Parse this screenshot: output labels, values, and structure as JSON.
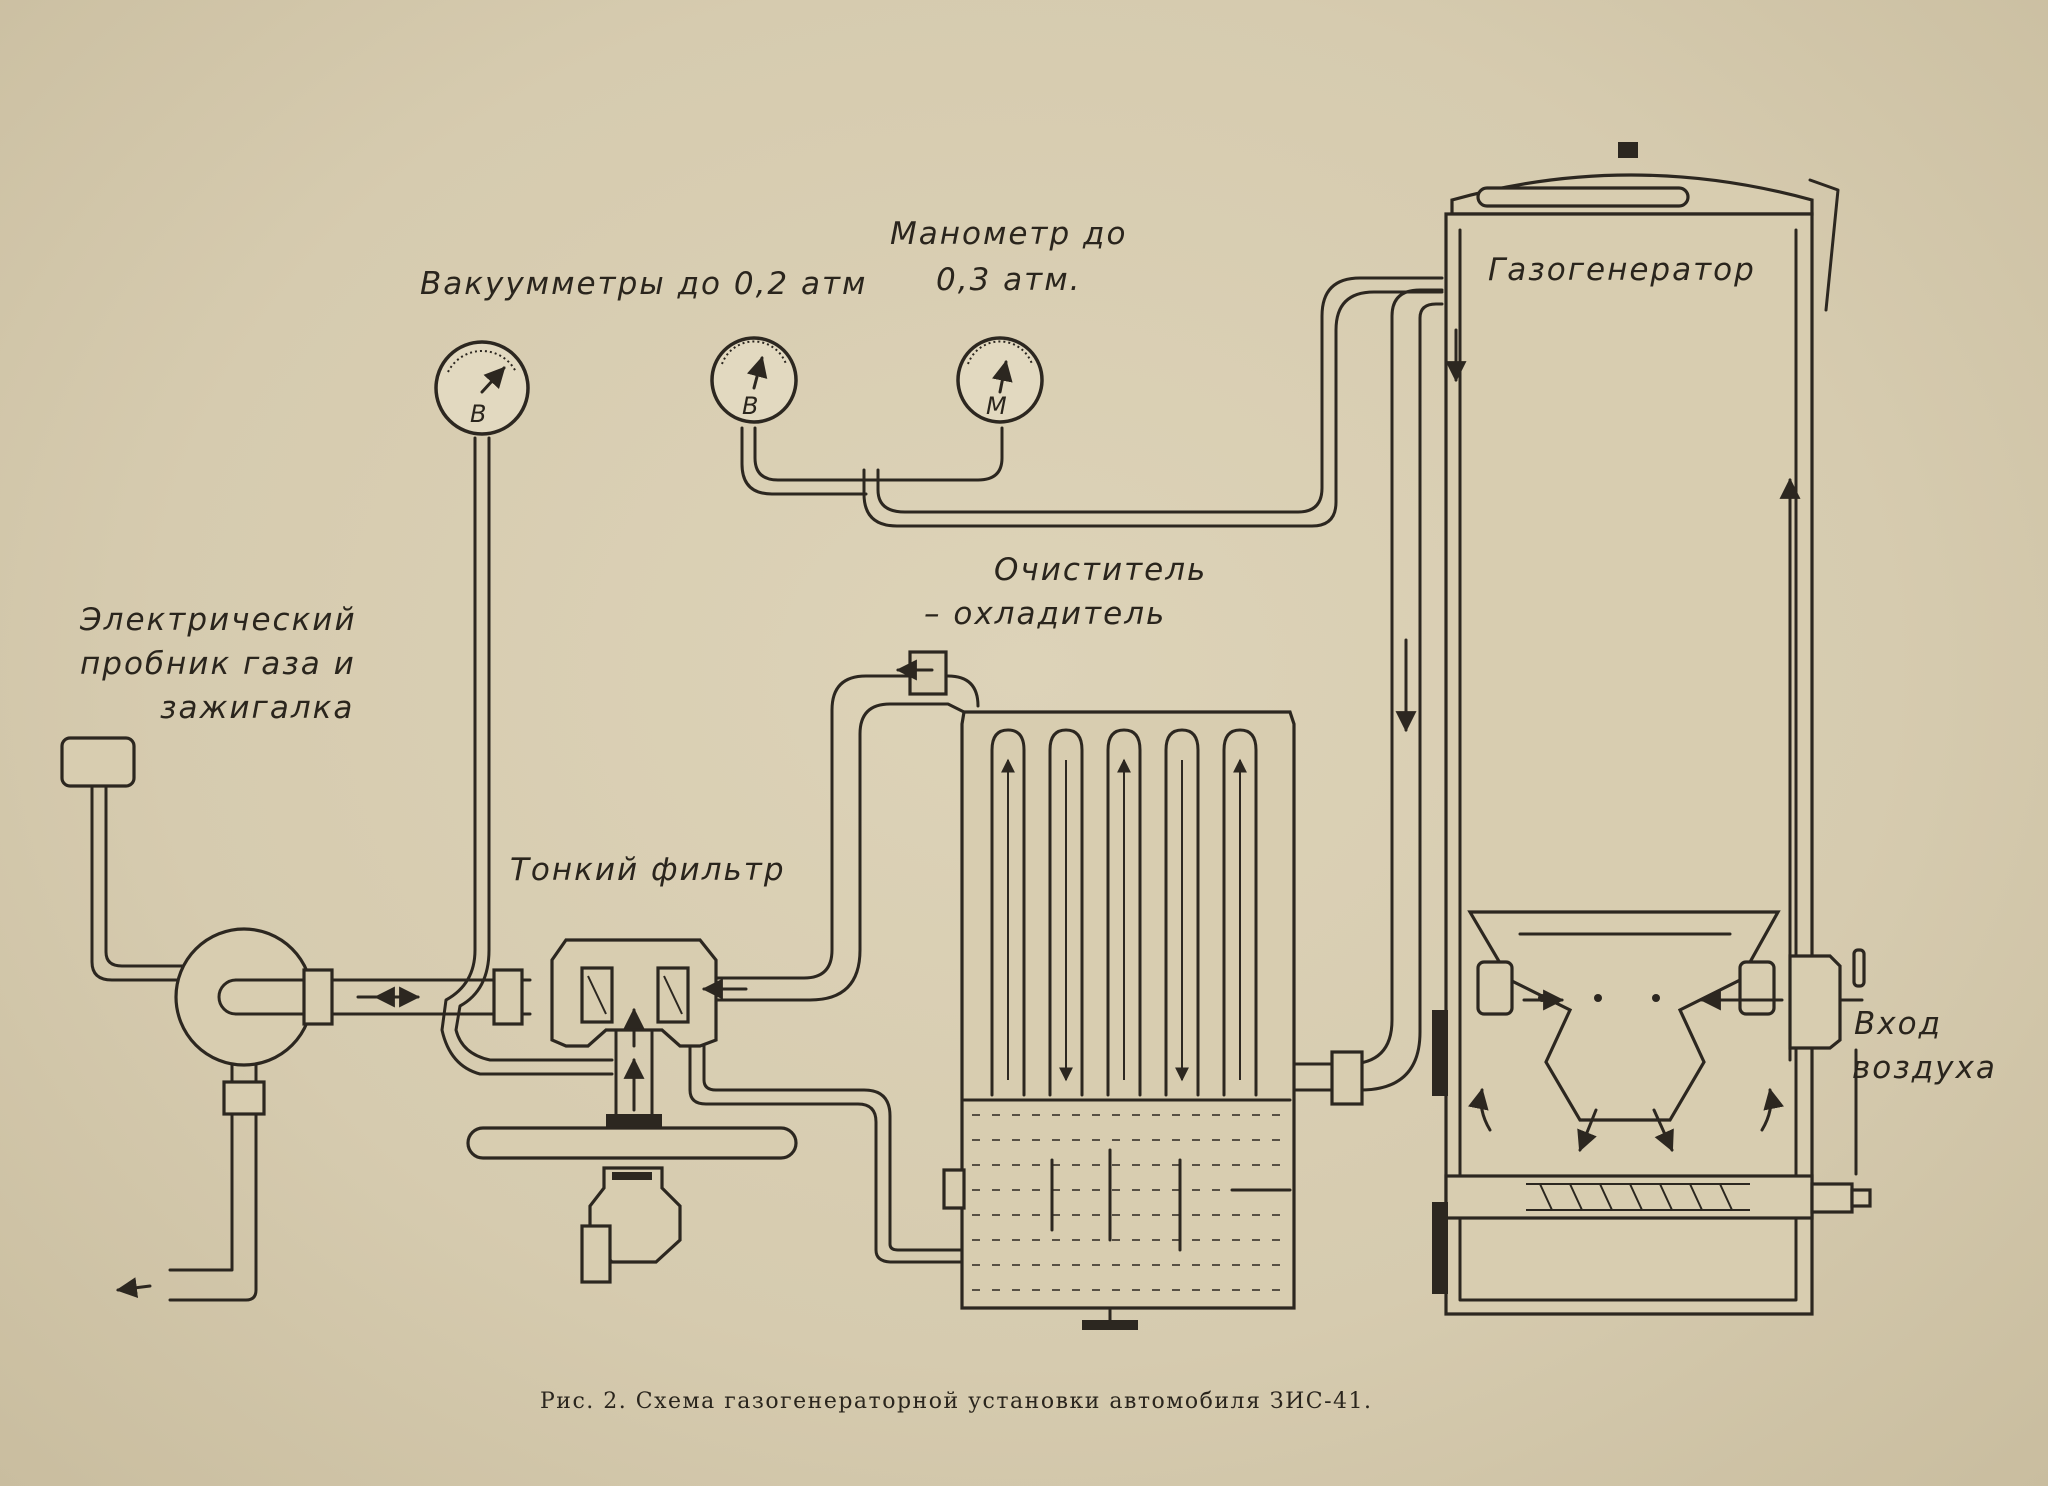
{
  "labels": {
    "vacuum_gauges": "Вакуумметры до 0,2 атм",
    "manometer_line1": "Манометр до",
    "manometer_line2": "0,3 атм.",
    "gas_generator": "Газогенератор",
    "cleaner_line1": "Очиститель",
    "cleaner_line2": "– охладитель",
    "probe_line1": "Электрический",
    "probe_line2": "пробник газа и",
    "probe_line3": "зажигалка",
    "fine_filter": "Тонкий фильтр",
    "air_inlet_line1": "Вход",
    "air_inlet_line2": "воздуха"
  },
  "gauges": [
    {
      "letter": "В"
    },
    {
      "letter": "В"
    },
    {
      "letter": "М"
    }
  ],
  "caption": "Рис. 2. Схема газогенераторной установки автомобиля ЗИС-41."
}
